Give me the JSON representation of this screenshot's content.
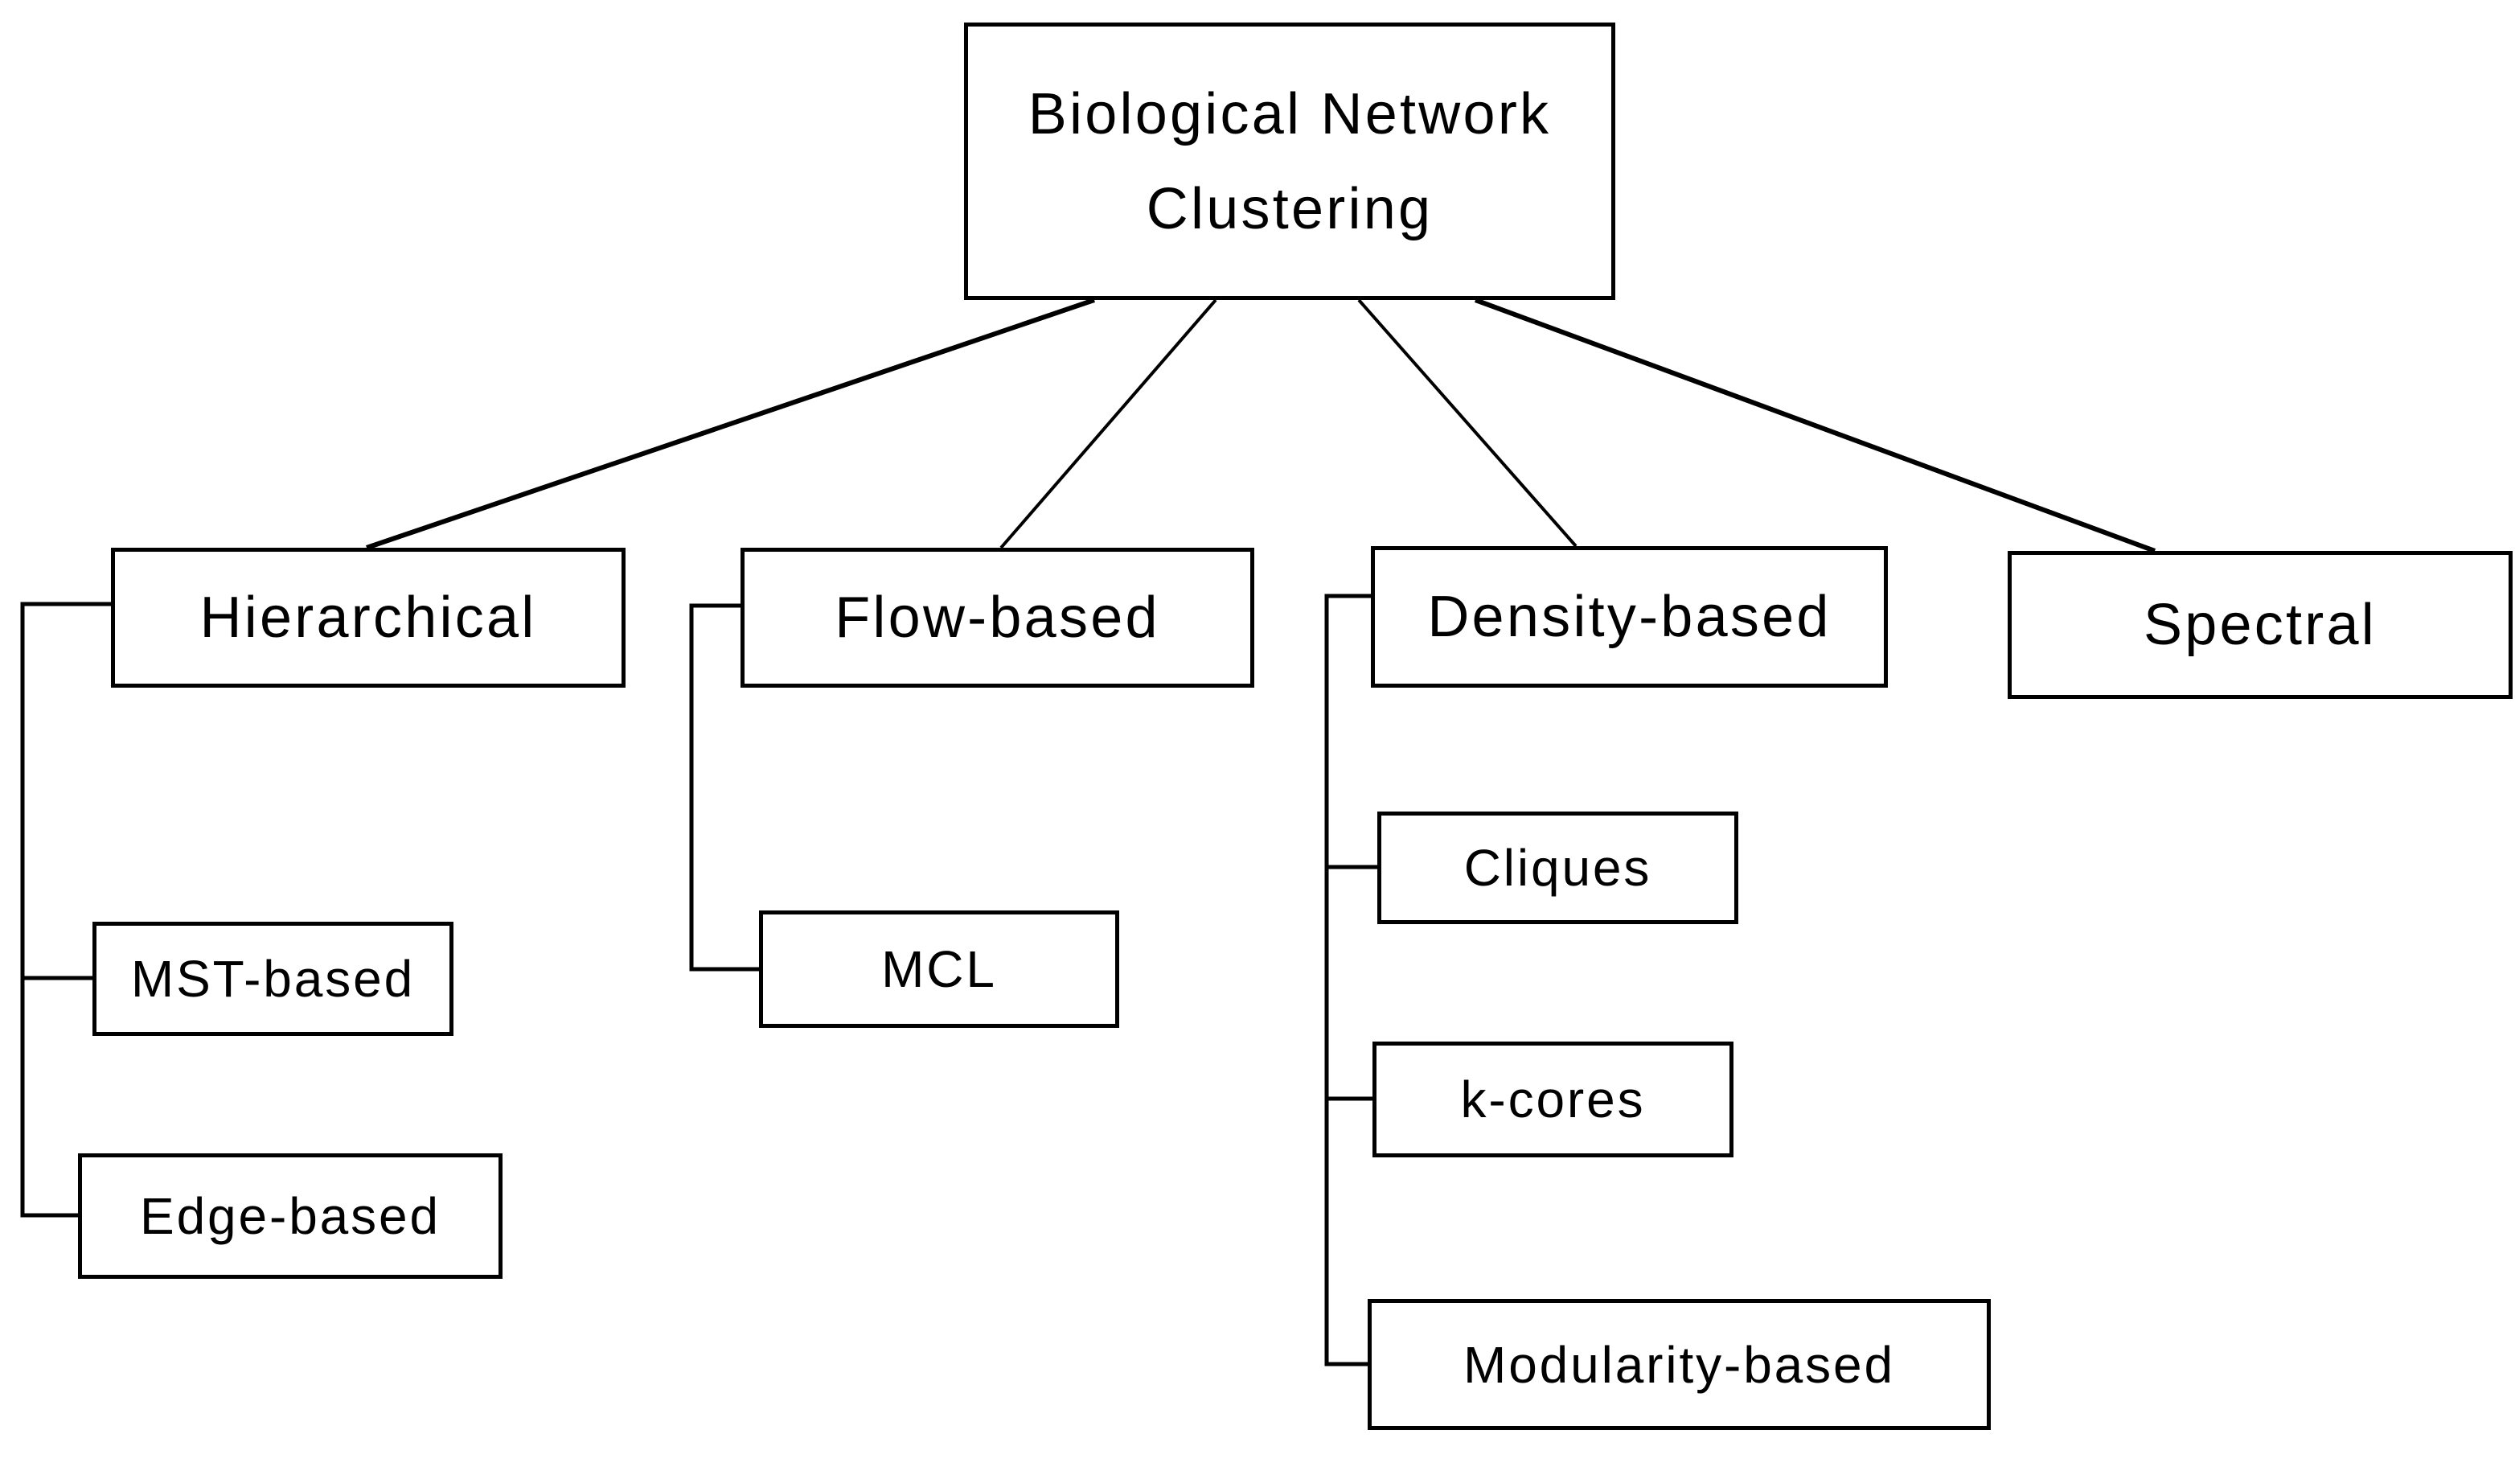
{
  "colors": {
    "background": "#ffffff",
    "box_border": "#000000",
    "text": "#000000",
    "connector_line": "#000000"
  },
  "tree": {
    "root": {
      "line1": "Biological Network",
      "line2": "Clustering"
    },
    "branches": [
      {
        "id": "hierarchical",
        "label": "Hierarchical",
        "children": [
          {
            "label": "MST-based"
          },
          {
            "label": "Edge-based"
          }
        ]
      },
      {
        "id": "flow-based",
        "label": "Flow-based",
        "children": [
          {
            "label": "MCL"
          }
        ]
      },
      {
        "id": "density-based",
        "label": "Density-based",
        "children": [
          {
            "label": "Cliques"
          },
          {
            "label": "k-cores"
          },
          {
            "label": "Modularity-based"
          }
        ]
      },
      {
        "id": "spectral",
        "label": "Spectral",
        "children": []
      }
    ]
  }
}
